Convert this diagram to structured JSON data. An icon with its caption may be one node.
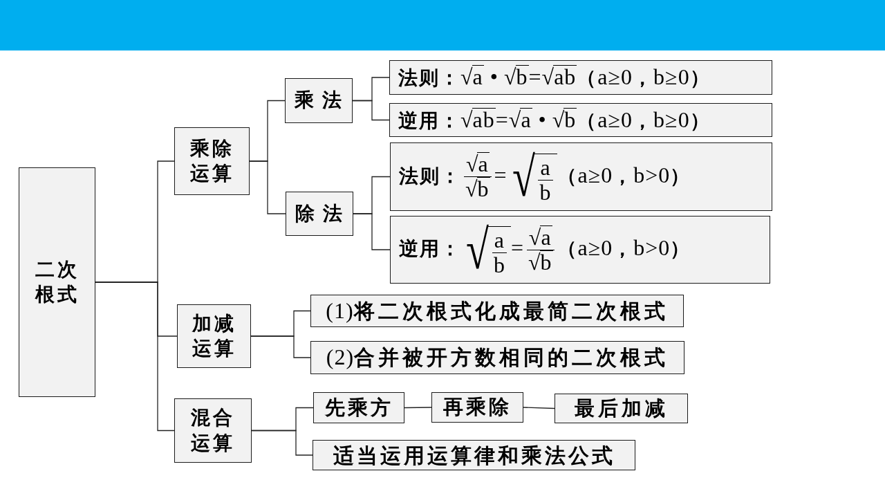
{
  "diagram": {
    "nodes": [
      {
        "text": [
          "二次根式"
        ]
      },
      {
        "text": [
          "乘除运算"
        ]
      },
      {
        "text": [
          "乘法"
        ]
      },
      {
        "text": [
          "法则：√a • √b=√ab（a≥0，b≥0）"
        ]
      },
      {
        "text": [
          "逆用：√ab=√a • √b（a≥0，b≥0）"
        ]
      },
      {
        "text": [
          "除法"
        ]
      },
      {
        "text": [
          "法则：√a√b=√ab（a≥0，b>0）"
        ]
      },
      {
        "text": [
          "逆用：√ab=√a√b（a≥0，b>0）"
        ]
      },
      {
        "text": [
          "加减运算"
        ]
      },
      {
        "text": [
          "(1)将二次根式化成最简二次根式"
        ]
      },
      {
        "text": [
          "(2)合并被开方数相同的二次根式"
        ]
      },
      {
        "text": [
          "混合运算"
        ]
      },
      {
        "text": [
          "先乘方"
        ]
      },
      {
        "text": [
          "再乘除"
        ]
      },
      {
        "text": [
          "最后加减"
        ]
      },
      {
        "text": [
          "适当运用运算律和乘法公式"
        ]
      }
    ],
    "edges": [
      {
        "from": 0,
        "to": 1,
        "arrow": "none"
      },
      {
        "from": 0,
        "to": 8,
        "arrow": "none"
      },
      {
        "from": 0,
        "to": 11,
        "arrow": "none"
      },
      {
        "from": 1,
        "to": 2,
        "arrow": "none"
      },
      {
        "from": 1,
        "to": 5,
        "arrow": "none"
      },
      {
        "from": 2,
        "to": 3,
        "arrow": "none"
      },
      {
        "from": 2,
        "to": 4,
        "arrow": "none"
      },
      {
        "from": 5,
        "to": 6,
        "arrow": "none"
      },
      {
        "from": 5,
        "to": 7,
        "arrow": "none"
      },
      {
        "from": 8,
        "to": 9,
        "arrow": "none"
      },
      {
        "from": 8,
        "to": 10,
        "arrow": "none"
      },
      {
        "from": 11,
        "to": 12,
        "arrow": "none"
      },
      {
        "from": 11,
        "to": 15,
        "arrow": "none"
      },
      {
        "from": 12,
        "to": 13,
        "arrow": "none"
      },
      {
        "from": 13,
        "to": 14,
        "arrow": "none"
      }
    ]
  }
}
